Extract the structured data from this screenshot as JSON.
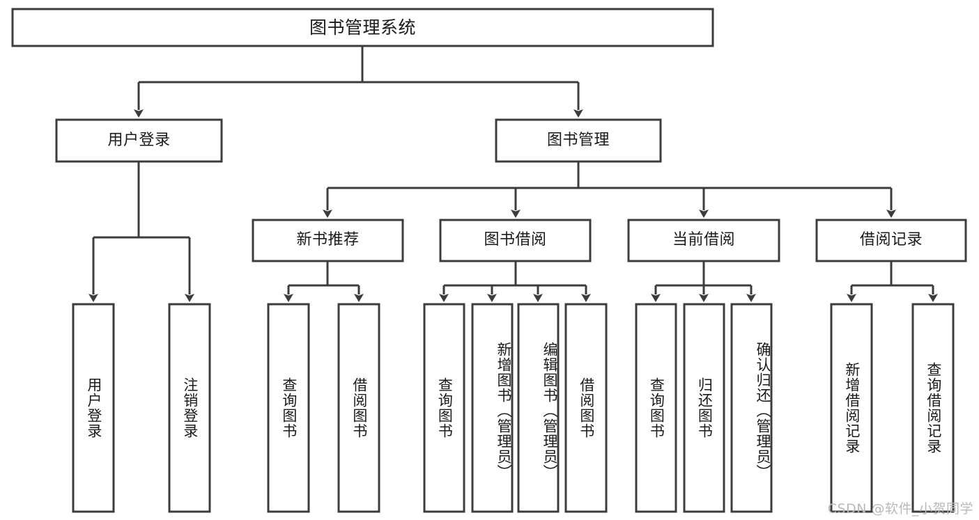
{
  "diagram": {
    "kind": "tree-hierarchy-chart",
    "root": {
      "id": "root",
      "label": "图书管理系统"
    },
    "level2": [
      {
        "id": "user-login",
        "label": "用户登录"
      },
      {
        "id": "book-manage",
        "label": "图书管理"
      }
    ],
    "level3": [
      {
        "id": "new-book-recommend",
        "label": "新书推荐"
      },
      {
        "id": "book-borrow",
        "label": "图书借阅"
      },
      {
        "id": "current-borrow",
        "label": "当前借阅"
      },
      {
        "id": "borrow-record",
        "label": "借阅记录"
      }
    ],
    "leaves": [
      {
        "id": "leaf-user-login",
        "label": "用户登录",
        "parent": "user-login"
      },
      {
        "id": "leaf-user-logout",
        "label": "注销登录",
        "parent": "user-login"
      },
      {
        "id": "leaf-query-book-1",
        "label": "查询图书",
        "parent": "new-book-recommend"
      },
      {
        "id": "leaf-borrow-book-1",
        "label": "借阅图书",
        "parent": "new-book-recommend"
      },
      {
        "id": "leaf-query-book-2",
        "label": "查询图书",
        "parent": "book-borrow"
      },
      {
        "id": "leaf-add-book",
        "label": "新增图书（管理员）",
        "parent": "book-borrow"
      },
      {
        "id": "leaf-edit-book",
        "label": "编辑图书（管理员）",
        "parent": "book-borrow"
      },
      {
        "id": "leaf-borrow-book-2",
        "label": "借阅图书",
        "parent": "book-borrow"
      },
      {
        "id": "leaf-query-book-3",
        "label": "查询图书",
        "parent": "current-borrow"
      },
      {
        "id": "leaf-return-book",
        "label": "归还图书",
        "parent": "current-borrow"
      },
      {
        "id": "leaf-confirm-return",
        "label": "确认归还（管理员）",
        "parent": "current-borrow"
      },
      {
        "id": "leaf-add-record",
        "label": "新增借阅记录",
        "parent": "borrow-record"
      },
      {
        "id": "leaf-query-record",
        "label": "查询借阅记录",
        "parent": "borrow-record"
      }
    ],
    "colors": {
      "stroke": "#3c3c3c",
      "fill": "#ffffff",
      "text": "#1a1a1a",
      "watermark": "#b9b9b9",
      "background": "#ffffff"
    }
  },
  "watermark": {
    "text": "CSDN @软件_小贺同学"
  }
}
